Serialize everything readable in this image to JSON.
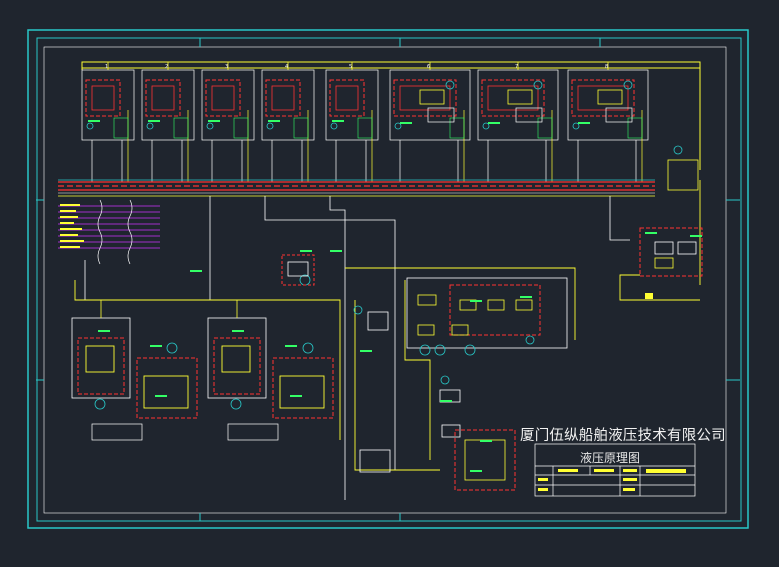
{
  "title_block": {
    "company": "厦门伍纵船舶液压技术有限公司",
    "drawing_title": "液压原理图"
  },
  "colors": {
    "background": "#1f252e",
    "frame": "#28c8c8",
    "pipe_main": "#ffff33",
    "pipe_aux": "#ffffff",
    "component": "#ff3333",
    "label": "#33ff66",
    "signal": "#cc33ff"
  },
  "unit_numbers": [
    "1",
    "2",
    "3",
    "4",
    "5",
    "6",
    "7",
    "8"
  ]
}
